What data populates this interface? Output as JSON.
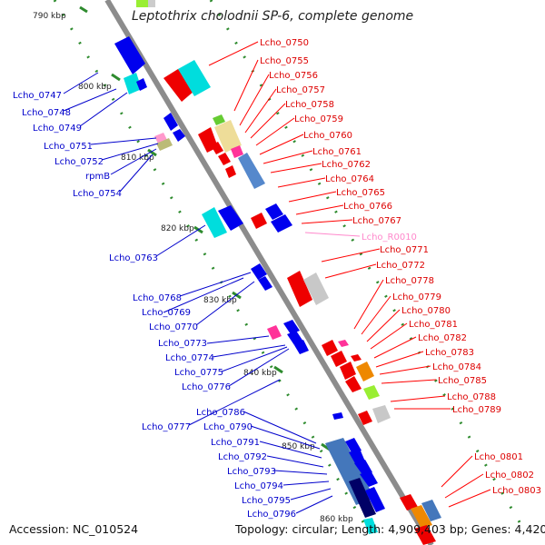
{
  "title": "Leptothrix cholodnii SP-6, complete genome",
  "footer": {
    "accession": "Accession: NC_010524",
    "summary": "Topology: circular; Length: 4,909,403 bp; Genes: 4,420"
  },
  "kbp_markers": [
    "790 kbp",
    "800 kbp",
    "810 kbp",
    "820 kbp",
    "830 kbp",
    "840 kbp",
    "850 kbp",
    "860 kbp"
  ],
  "left_labels": [
    "Lcho_0747",
    "Lcho_0748",
    "Lcho_0749",
    "Lcho_0751",
    "Lcho_0752",
    "rpmB",
    "Lcho_0754",
    "Lcho_0763",
    "Lcho_0768",
    "Lcho_0769",
    "Lcho_0770",
    "Lcho_0773",
    "Lcho_0774",
    "Lcho_0775",
    "Lcho_0776",
    "Lcho_0786",
    "Lcho_0777",
    "Lcho_0790",
    "Lcho_0791",
    "Lcho_0792",
    "Lcho_0793",
    "Lcho_0794",
    "Lcho_0795",
    "Lcho_0796"
  ],
  "right_labels": [
    "Lcho_0750",
    "Lcho_0755",
    "Lcho_0756",
    "Lcho_0757",
    "Lcho_0758",
    "Lcho_0759",
    "Lcho_0760",
    "Lcho_0761",
    "Lcho_0762",
    "Lcho_0764",
    "Lcho_0765",
    "Lcho_0766",
    "Lcho_0767",
    "Lcho_R0010",
    "Lcho_0771",
    "Lcho_0772",
    "Lcho_0778",
    "Lcho_0779",
    "Lcho_0780",
    "Lcho_0781",
    "Lcho_0782",
    "Lcho_0783",
    "Lcho_0784",
    "Lcho_0785",
    "Lcho_0788",
    "Lcho_0789",
    "Lcho_0801",
    "Lcho_0802",
    "Lcho_0803"
  ],
  "colors": {
    "backbone": "#8a8a8a",
    "tick": "#2e8b2e",
    "reverse_label": "#0000cc",
    "forward_label": "#dd0000",
    "rna_label": "#ff88cc"
  }
}
